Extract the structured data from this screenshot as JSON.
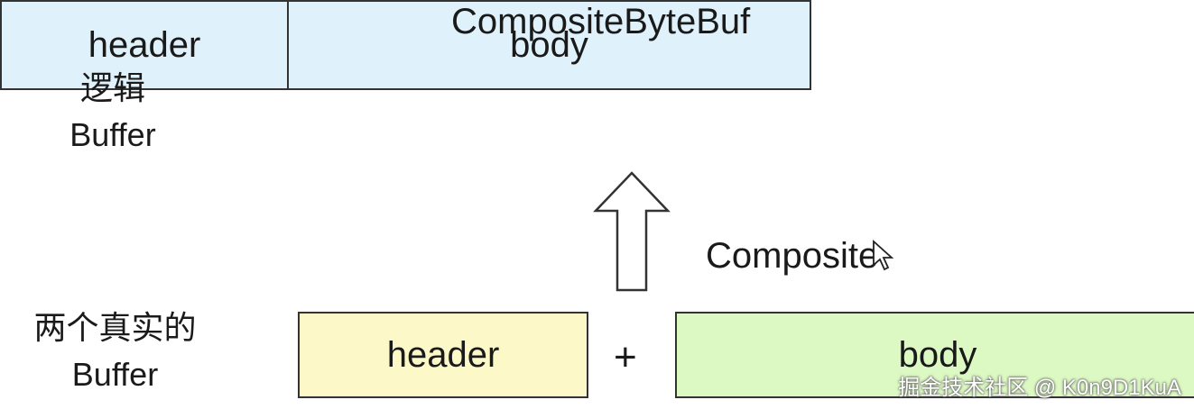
{
  "left_labels": {
    "logical": [
      "逻辑",
      "Buffer"
    ],
    "real": [
      "两个真实的",
      "Buffer"
    ]
  },
  "top": {
    "title": "CompositeByteBuf",
    "segments": [
      {
        "label": "header"
      },
      {
        "label": "body"
      }
    ]
  },
  "arrow_label": "Composite",
  "bottom": {
    "header": "header",
    "plus": "+",
    "body": "body"
  },
  "watermark": "掘金技术社区 @ K0n9D1KuA",
  "colors": {
    "logical_fill": "#dff1fb",
    "header_fill": "#fcf8c8",
    "body_fill": "#ddf9c3",
    "border": "#333333"
  },
  "icons": [
    "up-arrow-icon",
    "mouse-cursor-icon"
  ]
}
